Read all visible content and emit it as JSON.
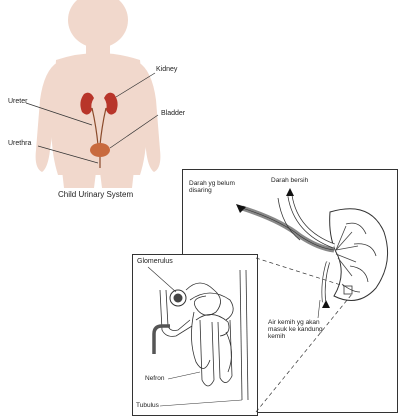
{
  "child_figure": {
    "caption": "Child Urinary System",
    "labels": {
      "kidney": "Kidney",
      "ureter": "Ureter",
      "bladder": "Bladder",
      "urethra": "Urethra"
    }
  },
  "kidney_detail": {
    "labels": {
      "blood_in": "Darah yg belum\ndisaring",
      "blood_out": "Darah bersih",
      "urine": "Air kemih yg akan\nmasuk ke kandung\nkemih"
    }
  },
  "nephron_detail": {
    "labels": {
      "glomerulus": "Glomerulus",
      "nefron": "Nefron",
      "tubulus": "Tubulus"
    }
  },
  "colors": {
    "skin": "#f1d8cc",
    "kidney": "#b8352a",
    "bladder": "#c86a3e",
    "line": "#333333",
    "vessel_gray": "#8a8a8a"
  }
}
